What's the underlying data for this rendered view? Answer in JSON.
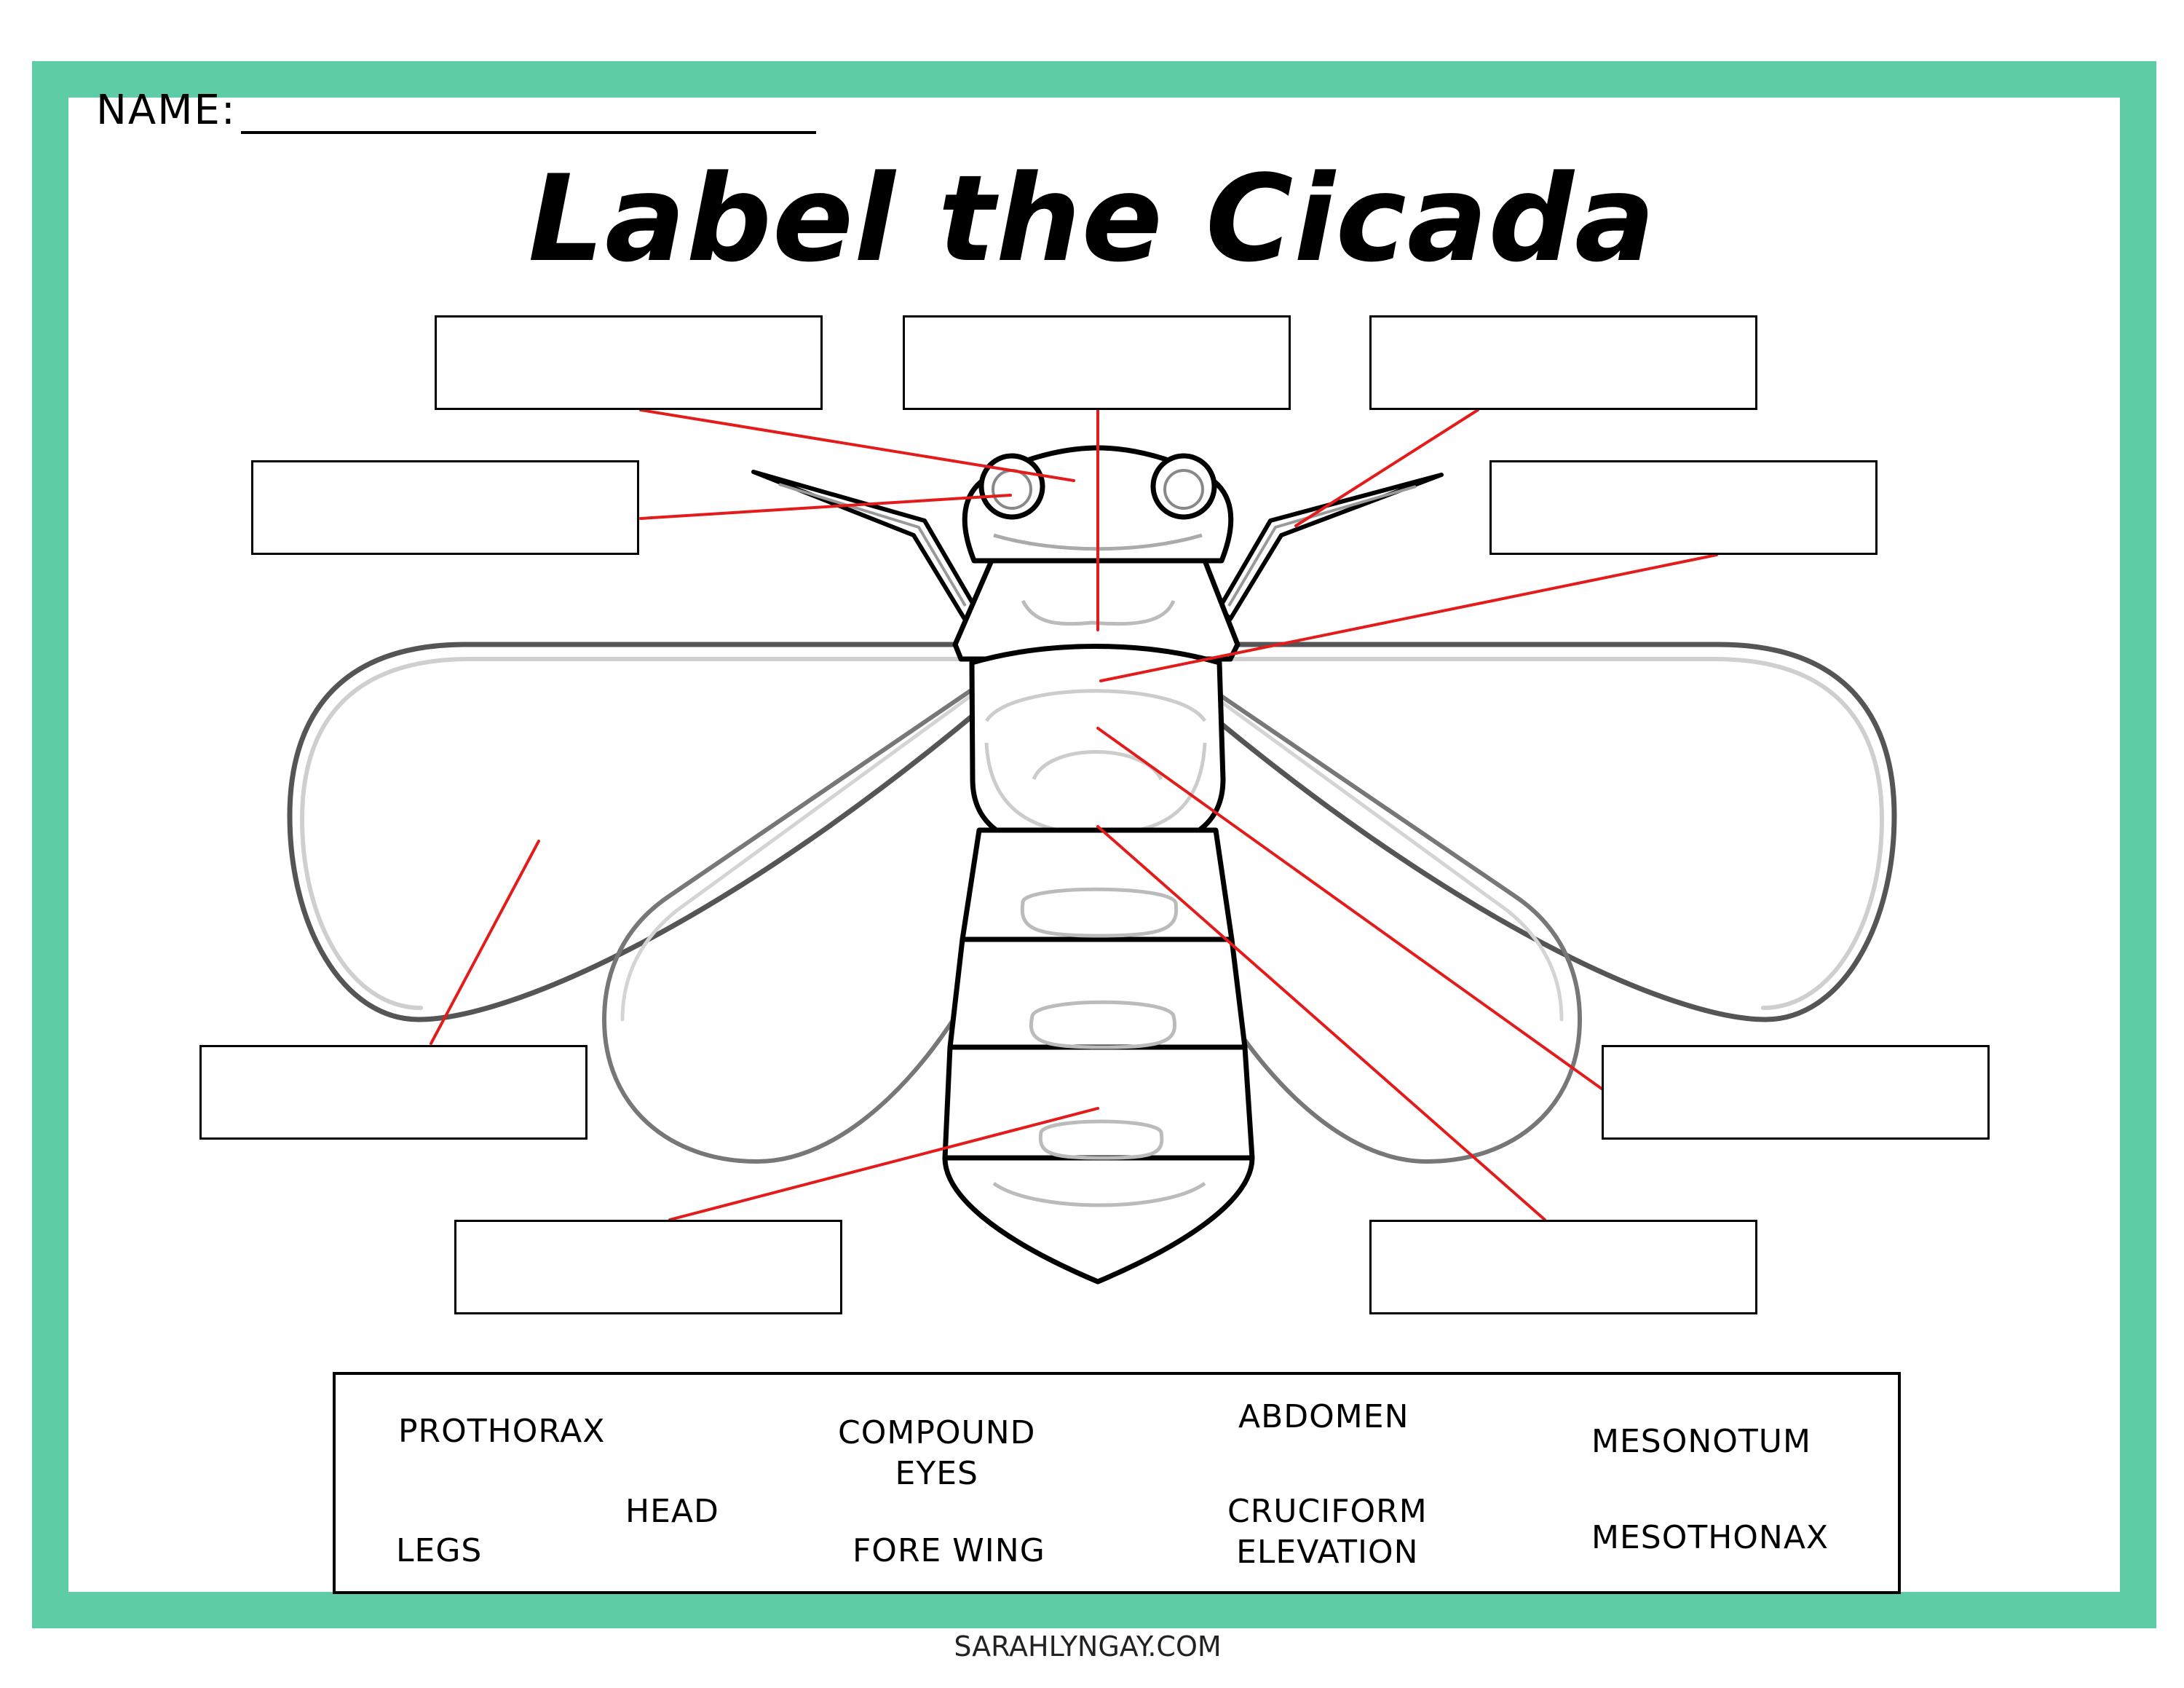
{
  "worksheet": {
    "name_label": "NAME:",
    "title": "Label the Cicada",
    "footer": "SARAHLYNGAY.COM"
  },
  "word_bank": {
    "prothorax": "PROTHORAX",
    "compound_eyes": "COMPOUND\nEYES",
    "abdomen": "ABDOMEN",
    "mesonotum": "MESONOTUM",
    "head": "HEAD",
    "legs": "LEGS",
    "fore_wing": "FORE WING",
    "cruciform_elevation": "CRUCIFORM\nELEVATION",
    "mesothonax": "MESOTHONAX"
  },
  "colors": {
    "border": "#5ecda5",
    "leader_lines": "#e31b1b"
  }
}
